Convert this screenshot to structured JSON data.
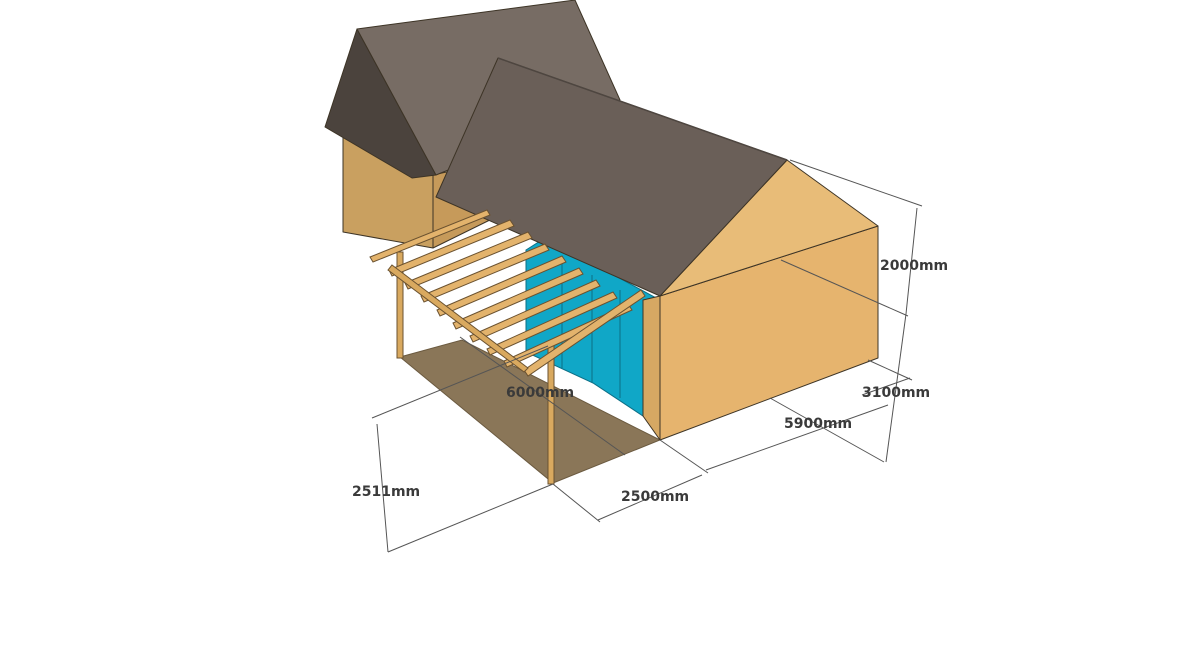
{
  "dimensions": {
    "ridge_height": "2000mm",
    "wall_height": "3100mm",
    "building_length": "5900mm",
    "pergola_length": "6000mm",
    "pergola_depth": "2500mm",
    "pergola_height": "2511mm"
  },
  "colors": {
    "background": "#ffffff",
    "roof": "#6a5f58",
    "roof_dark": "#4b433d",
    "wall_light": "#e8b872",
    "wall_mid": "#d6a863",
    "wall_shade": "#c79b5c",
    "timber": "#e3b36c",
    "glass": "#10a7c7",
    "ground_shadow": "#8a7658"
  }
}
